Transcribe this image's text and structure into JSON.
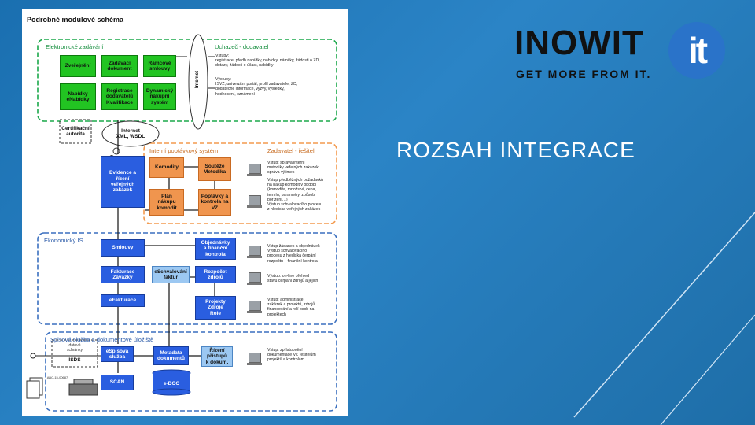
{
  "slide_title": "ROZSAH INTEGRACE",
  "logo": {
    "word": "INOWIT",
    "badge": "it",
    "tagline": "GET MORE FROM IT."
  },
  "diagram": {
    "title": "Podrobné modulové schéma",
    "sections": {
      "ezakazani": "Elektronické zadávání",
      "uchazec": "Uchazeč - dodavatel",
      "interni": "Interní poptávkový systém",
      "zadavatel": "Zadavatel - řešitel",
      "ekonomicky": "Ekonomický IS",
      "spisova": "Spisová služba a dokumentové úložiště"
    },
    "boxes": {
      "zverejneni": "Zveřejnění",
      "zadavaci": "Zadávací\ndokument",
      "ramcove": "Rámcové\nsmlouvy",
      "nabidky": "Nabídky\neNabídky",
      "registrace": "Registrace\ndodavatelů\nKvalifikace",
      "dynamicky": "Dynamický\nnákupní\nsystém",
      "evidence": "Evidence a\nřízení\nveřejných\nzakázek",
      "komodity": "Komodity",
      "souteze": "Soutěže\nMetodika",
      "plan": "Plán\nnákupu\nkomodit",
      "poptavky": "Poptávky a\nkontrola na\nVZ",
      "smlouvy": "Smlouvy",
      "objednavky": "Objednávky\na finanční\nkontrola",
      "fakturace": "Fakturace\nZávazky",
      "eschvalovani": "eSchvalování\nfaktur",
      "rozpocet": "Rozpočet\nzdrojů",
      "efakturace": "eFakturace",
      "projekty": "Projekty\nZdroje\nRole",
      "espisova": "eSpisová\nslužba",
      "metadata": "Metadata\ndokumentů",
      "rizeni": "Řízení\npřístupů\nk dokum.",
      "scan": "SCAN",
      "edoc": "e-DOC",
      "isds": "ISDS",
      "certifikacni": "Certifikační\nautorita",
      "internet_cloud": "Internet\nXML, WSDL",
      "internet_vertical": "Internet"
    },
    "small_labels": {
      "datove": "datové\nschránky",
      "barcode": "ABC-15-00687"
    },
    "notes": {
      "uchazec_vstupy": "Vstupy:\nregistrace, předb.nabídky, nabídky, námitky, žádosti o ZD,\ndotazy, žádosti o účast, nabídky",
      "uchazec_vystupy": "Výstupy:\nISVZ, univerzitní portál, profil zadavatele, ZD,\ndodatečné informace, výzvy, výsledky,\nhodnocení, oznámení",
      "zadavatel_1": "Vstup: správa interní\nmetodiky veřejných zakázek,\nspráva výjimek",
      "zadavatel_2": "Vstup předběžných požadavků\nna nákup komodit v období\n(komodita, množství, cena,\ntermín, parametry, způsob\npořízení…)\nVýstup schvalovacího procesu\nz hlediska veřejných zakázek",
      "ek_1": "Vstup žádanek a objednávek\nVýstup schvalovacího\nprocesu z hlediska čerpání\nrozpočtu – finanční kontrola",
      "ek_2": "Výstup: on-line přehled\nstavu čerpání zdrojů a jejich",
      "ek_3": "Vstup: administrace\nzakázek a projektů, zdrojů\nfinancování a rolí osob na\nprojektech",
      "spis_1": "Vstup: zpřístupnění\ndokumentace VZ řešitelům\nprojektů a kontrolám"
    }
  }
}
